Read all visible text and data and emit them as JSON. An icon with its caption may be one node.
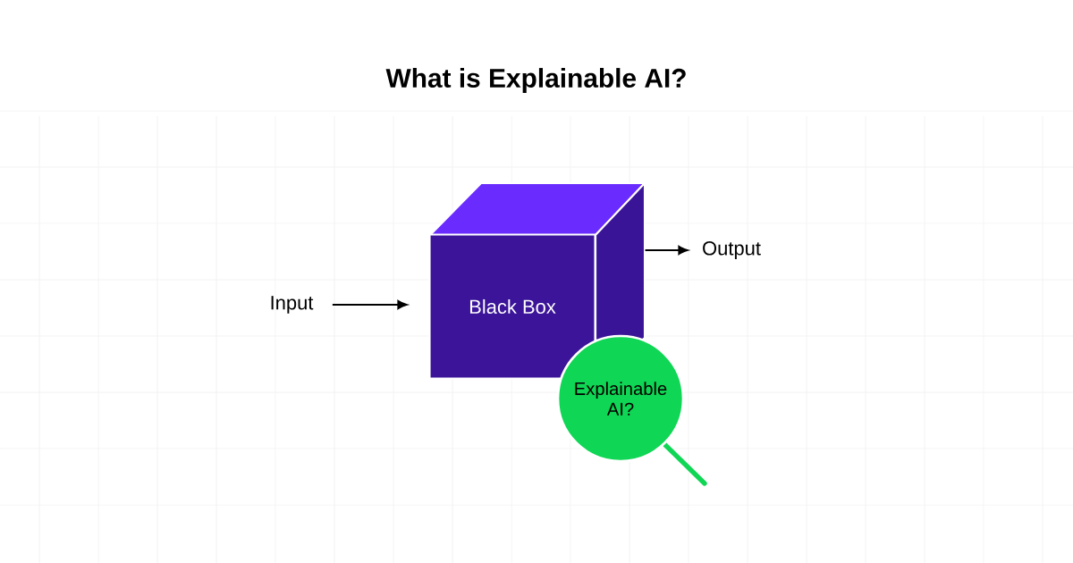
{
  "diagram": {
    "title": "What is Explainable AI?",
    "nodes": [
      {
        "text": [
          "Input"
        ]
      },
      {
        "text": [
          "Black Box"
        ]
      },
      {
        "text": [
          "Output"
        ]
      },
      {
        "text": [
          "Explainable AI?"
        ]
      }
    ],
    "edges": [
      {
        "from": 0,
        "to": 1,
        "arrow": "to"
      },
      {
        "from": 1,
        "to": 2,
        "arrow": "to"
      }
    ]
  }
}
